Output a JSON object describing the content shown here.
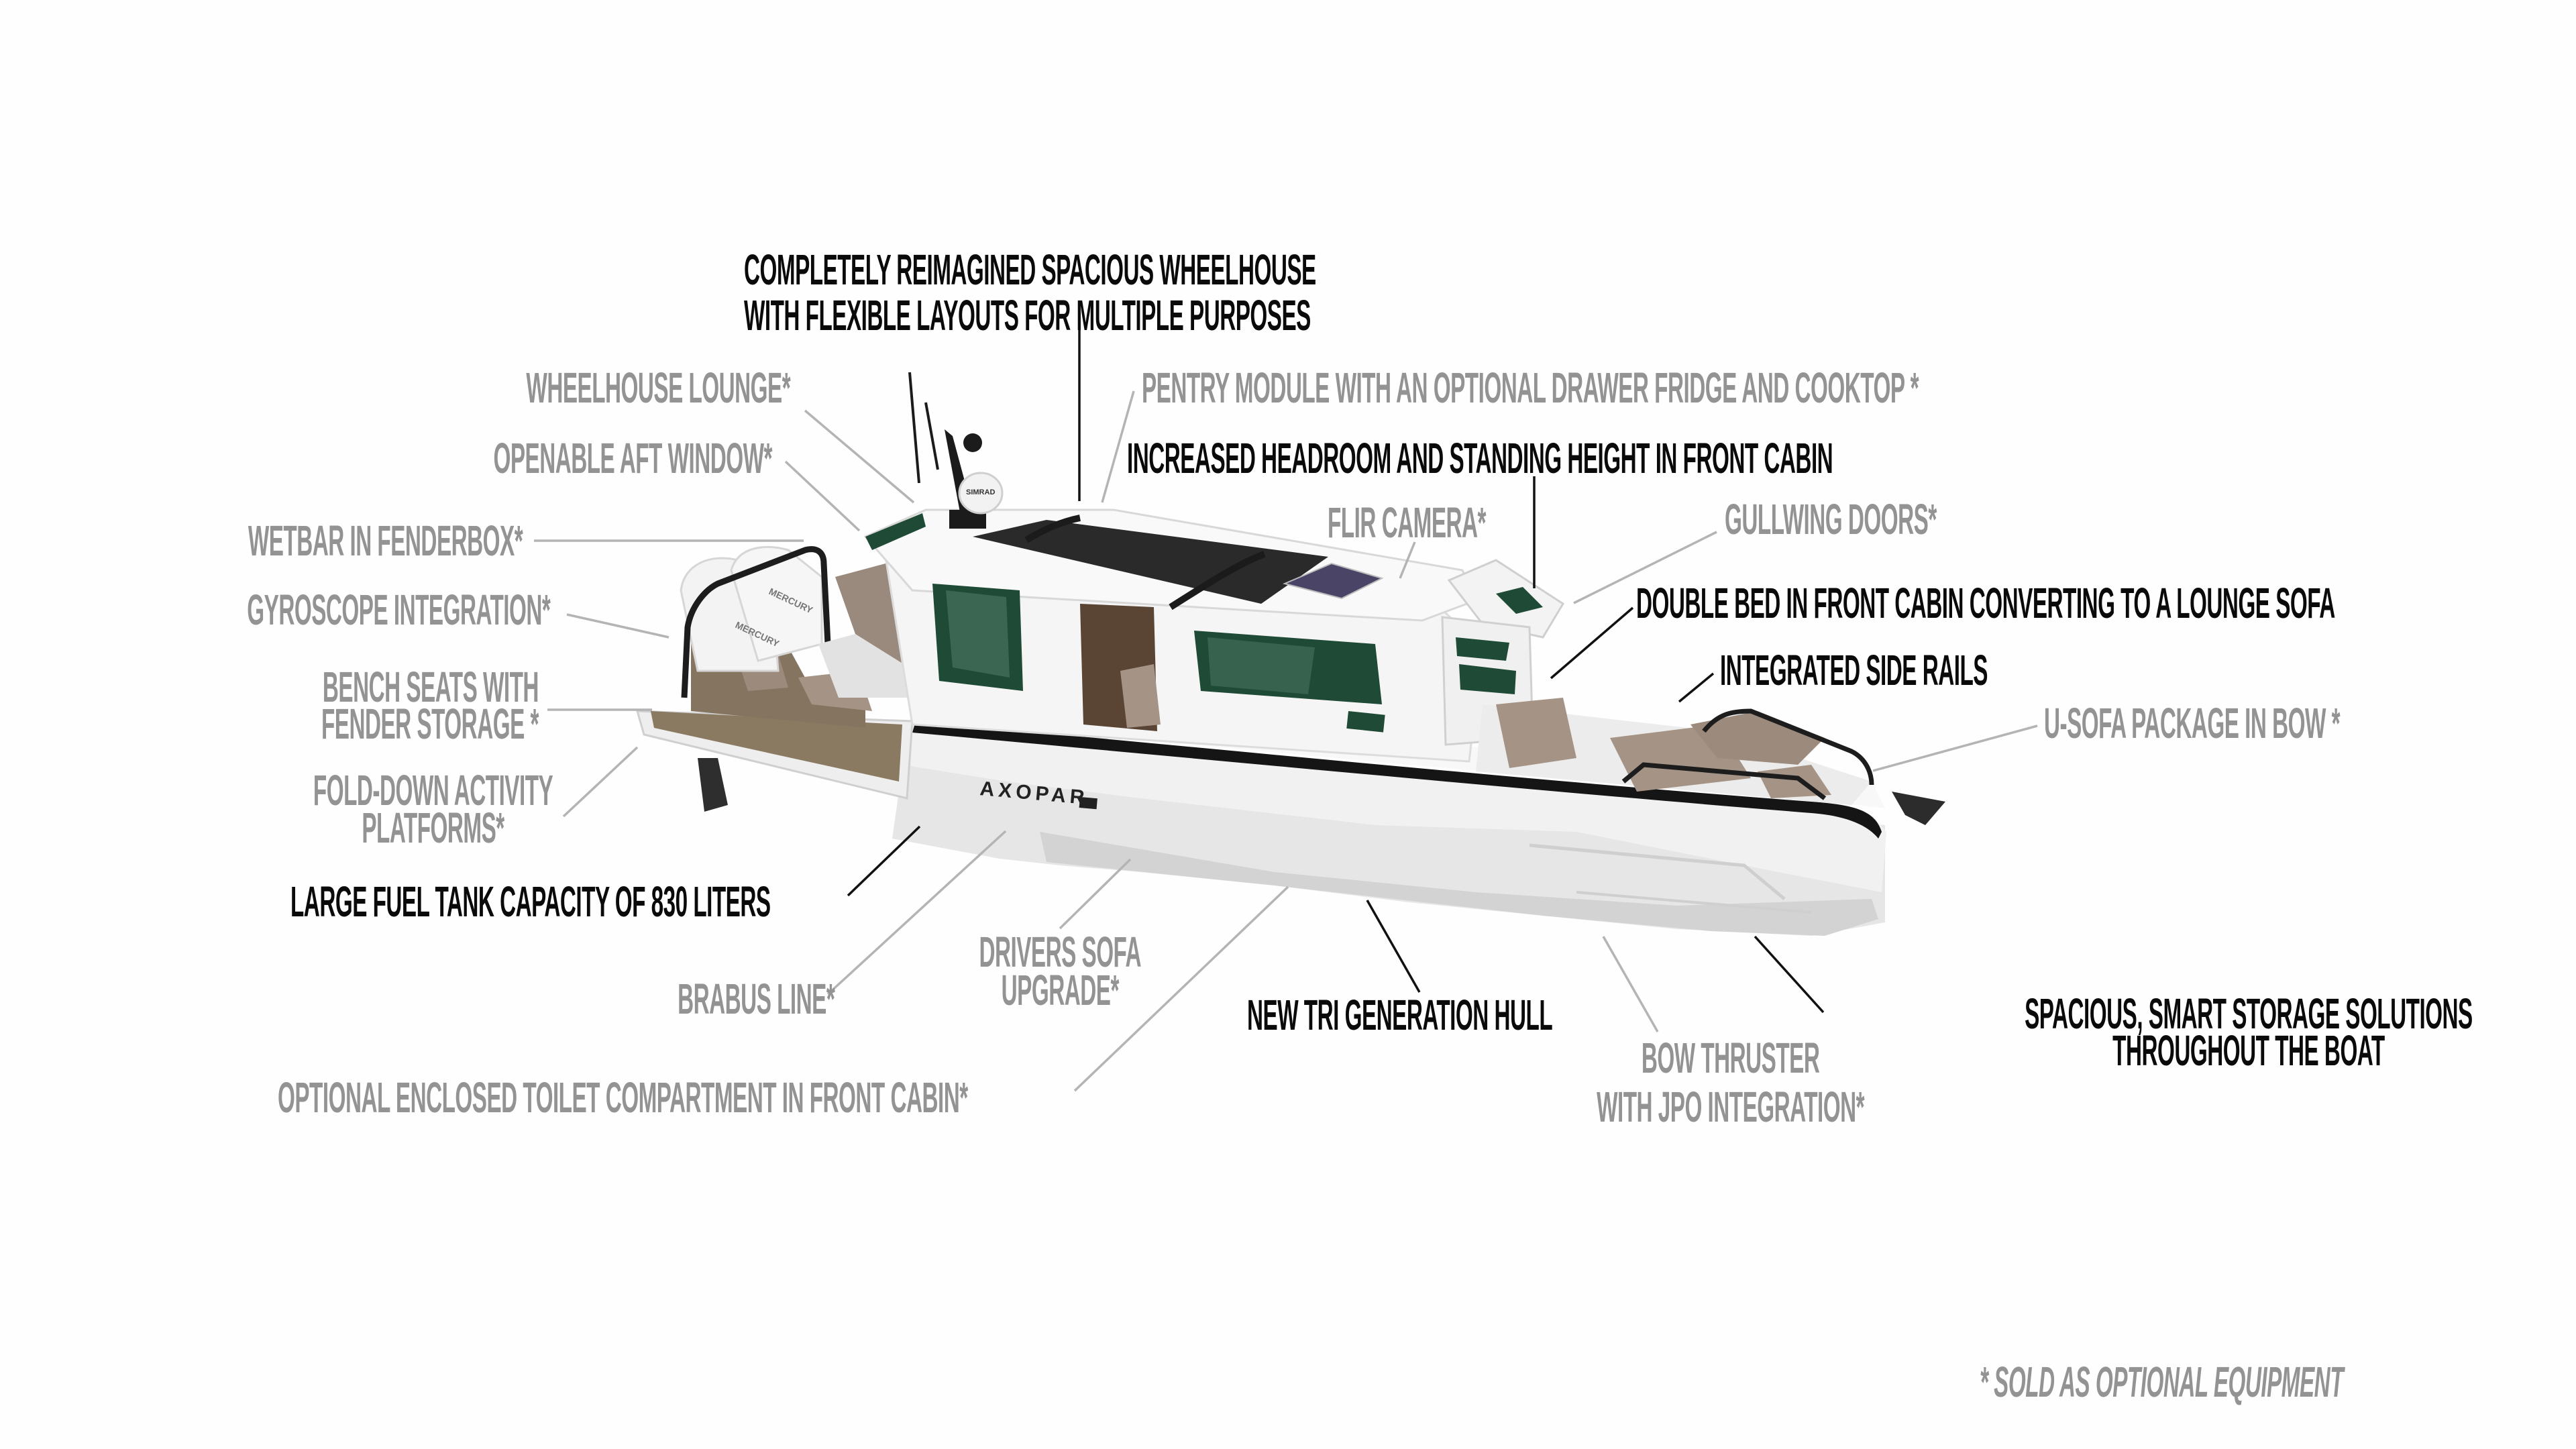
{
  "colors": {
    "primary_label": "#0a0a0a",
    "optional_label": "#939393",
    "leader_black": "#111111",
    "leader_gray": "#b4b4b4",
    "hull_white": "#ececec",
    "gunwale_stripe": "#151515",
    "deck_teak": "#8a7a62",
    "cushion_taupe": "#a59486",
    "glass_green": "#1f4a36",
    "roof_black": "#2a2a2a",
    "solar_panel": "#4a4466"
  },
  "boat": {
    "brand_mark": "AXOPAR",
    "engine_brand": "MERCURY",
    "radar_brand": "SIMRAD"
  },
  "features": {
    "wheelhouse": [
      "COMPLETELY REIMAGINED SPACIOUS WHEELHOUSE",
      "WITH FLEXIBLE LAYOUTS FOR MULTIPLE PURPOSES"
    ],
    "wheelhouse_lounge": "WHEELHOUSE LOUNGE*",
    "pentry_module": "PENTRY MODULE WITH AN OPTIONAL DRAWER FRIDGE AND COOKTOP *",
    "aft_window": "OPENABLE AFT WINDOW*",
    "headroom": "INCREASED HEADROOM AND STANDING HEIGHT IN FRONT CABIN",
    "flir_camera": "FLIR CAMERA*",
    "gullwing_doors": "GULLWING DOORS*",
    "wetbar": "WETBAR IN FENDERBOX*",
    "gyroscope": "GYROSCOPE INTEGRATION*",
    "double_bed": "DOUBLE BED IN FRONT CABIN CONVERTING TO A LOUNGE SOFA",
    "side_rails": "INTEGRATED SIDE RAILS",
    "bench_seats": [
      "BENCH SEATS WITH",
      "FENDER STORAGE *"
    ],
    "u_sofa": "U-SOFA PACKAGE IN BOW *",
    "fold_down": [
      "FOLD-DOWN ACTIVITY",
      "PLATFORMS*"
    ],
    "fuel_tank": "LARGE FUEL TANK CAPACITY OF 830 LITERS",
    "drivers_sofa": [
      "DRIVERS SOFA",
      "UPGRADE*"
    ],
    "brabus_line": "BRABUS LINE*",
    "tri_hull": "NEW TRI GENERATION HULL",
    "storage": [
      "SPACIOUS, SMART STORAGE SOLUTIONS",
      "THROUGHOUT THE BOAT"
    ],
    "bow_thruster": [
      "BOW THRUSTER",
      "WITH JPO INTEGRATION*"
    ],
    "toilet": "OPTIONAL ENCLOSED TOILET COMPARTMENT IN FRONT CABIN*"
  },
  "footnote": "*  SOLD AS OPTIONAL EQUIPMENT"
}
